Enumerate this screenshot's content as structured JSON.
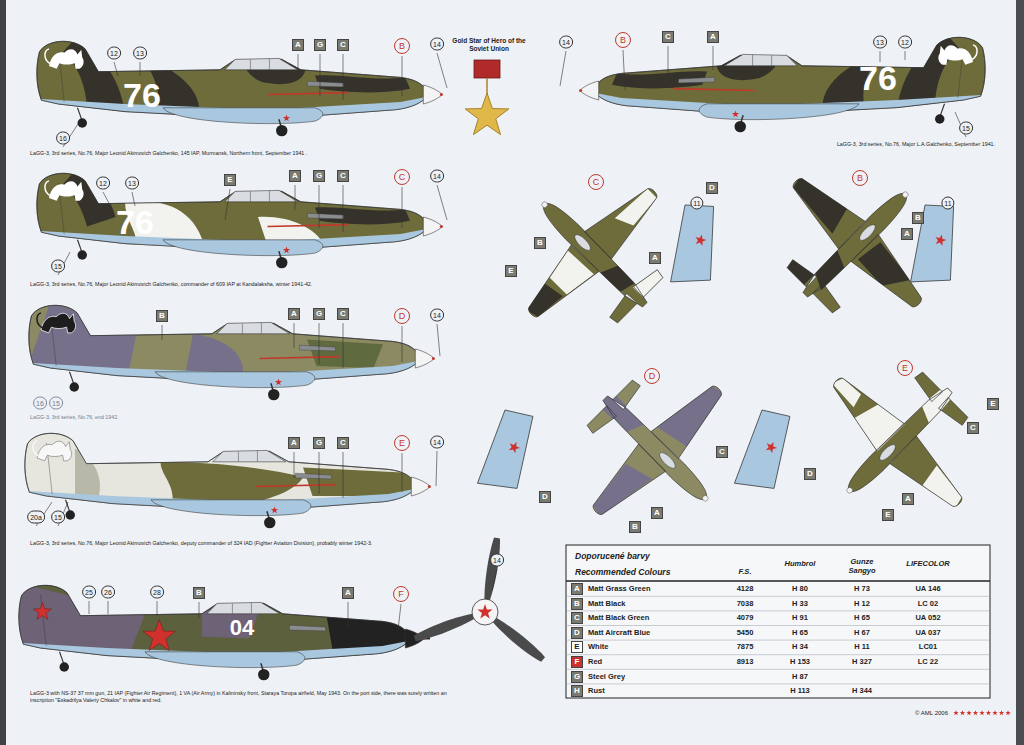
{
  "diagram": {
    "labels": [
      "12",
      "13",
      "A",
      "G",
      "C",
      "B",
      "14",
      "76",
      "16",
      "LaGG-3, 3rd series, No.76, Major Leonid Akimovich Galchenko, 145 IAP, Murmansk, Northern front, September 1941 .",
      "Gold Star of Hero of the Soviet Union",
      "14",
      "B",
      "C",
      "A",
      "13",
      "12",
      "76",
      "15",
      "LaGG-3, 3rd series, No.76, Major L.A.Galchenko, September 1941.",
      "12",
      "13",
      "E",
      "A",
      "G",
      "C",
      "C",
      "14",
      "76",
      "15",
      "LaGG-3, 3rd series, No.76, Major Leonid Akimovich Galchenko, commander of 609 IAP at Kandalaksha, winter 1941-42.",
      "B",
      "A",
      "G",
      "C",
      "D",
      "14",
      "16",
      "15",
      "LaGG-3, 3rd series, No.76, end 1942.",
      "A",
      "G",
      "C",
      "E",
      "14",
      "20a",
      "15",
      "LaGG-3, 3rd series, No.76, Major Leonid Akimovich Galchenko, deputy commander of 324 IAD (Fighter Aviation Division), probably winter 1942-3.",
      "25",
      "26",
      "28",
      "B",
      "A",
      "F",
      "04",
      "LaGG-3 with NS-37 37 mm gun, 21 IAP (Fighter Air Regiment), 1 VA (Air Army) in Kalininsky front, Staraya Toropa airfield, May 1943. On the port side, there was surely written an inscription \"Eskadrilya Valeriy Chkalov\" in white and red.",
      "14",
      "C",
      "B",
      "A",
      "E",
      "D",
      "11",
      "B",
      "11",
      "B",
      "A",
      "D",
      "C",
      "A",
      "B",
      "D",
      "E",
      "E",
      "C",
      "D",
      "A",
      "E",
      "Doporucené barvy",
      "Recommended Colours",
      "F.S.",
      "Humbrol",
      "Gunze Sangyo",
      "LIFECOLOR",
      "A",
      "Matt Grass Green",
      "4128",
      "H 80",
      "H 73",
      "UA 146",
      "B",
      "Matt Black",
      "7038",
      "H 33",
      "H 12",
      "LC 02",
      "C",
      "Matt Black Green",
      "4079",
      "H 91",
      "H 65",
      "UA 052",
      "D",
      "Matt Aircraft Blue",
      "5450",
      "H 65",
      "H 67",
      "UA 037",
      "E",
      "White",
      "7875",
      "H 34",
      "H 11",
      "LC01",
      "F",
      "Red",
      "8913",
      "H 153",
      "H 327",
      "LC 22",
      "G",
      "Steel Grey",
      "H 87",
      "H",
      "Rust",
      "H 113",
      "H 344",
      "© AML 2006"
    ]
  }
}
